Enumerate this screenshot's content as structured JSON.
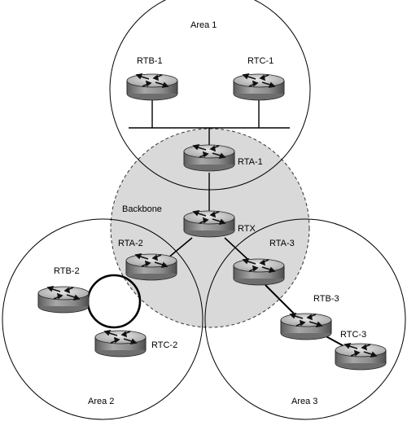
{
  "areas": {
    "area1": "Area 1",
    "backbone": "Backbone",
    "area2": "Area 2",
    "area3": "Area 3"
  },
  "routers": {
    "rtb1": "RTB-1",
    "rtc1": "RTC-1",
    "rta1": "RTA-1",
    "rtx": "RTX",
    "rta2": "RTA-2",
    "rta3": "RTA-3",
    "rtb2": "RTB-2",
    "rtc2": "RTC-2",
    "rtb3": "RTB-3",
    "rtc3": "RTC-3"
  },
  "colors": {
    "backbone_fill": "#d9d9d9",
    "router_top": "#c8c8c8",
    "router_body": "#8a8a8a",
    "line": "#000000"
  },
  "icons": {
    "router": "router-icon"
  }
}
